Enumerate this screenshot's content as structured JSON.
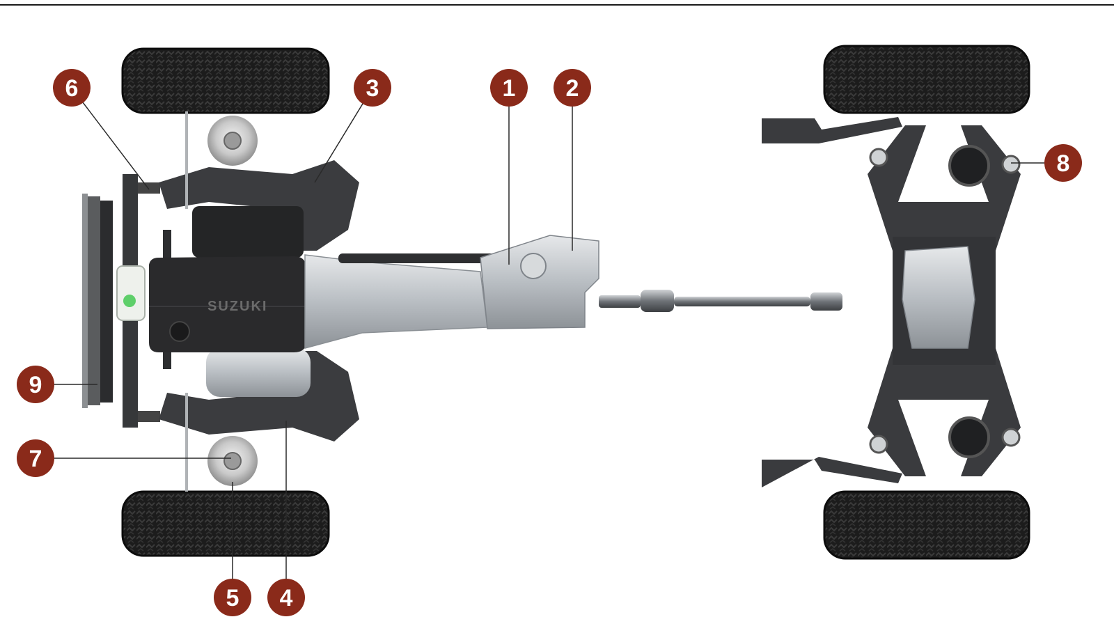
{
  "colors": {
    "callout_fill": "#8a2a1a",
    "callout_text": "#ffffff",
    "tire": "#1c1c1c",
    "frame": "#3a3a3c",
    "metal": "#c8ccd0",
    "engine_cover": "#2a2a2c"
  },
  "engine": {
    "brand_text": "SUZUKI"
  },
  "callouts": [
    {
      "id": "1",
      "label": "1"
    },
    {
      "id": "2",
      "label": "2"
    },
    {
      "id": "3",
      "label": "3"
    },
    {
      "id": "4",
      "label": "4"
    },
    {
      "id": "5",
      "label": "5"
    },
    {
      "id": "6",
      "label": "6"
    },
    {
      "id": "7",
      "label": "7"
    },
    {
      "id": "8",
      "label": "8"
    },
    {
      "id": "9",
      "label": "9"
    }
  ]
}
